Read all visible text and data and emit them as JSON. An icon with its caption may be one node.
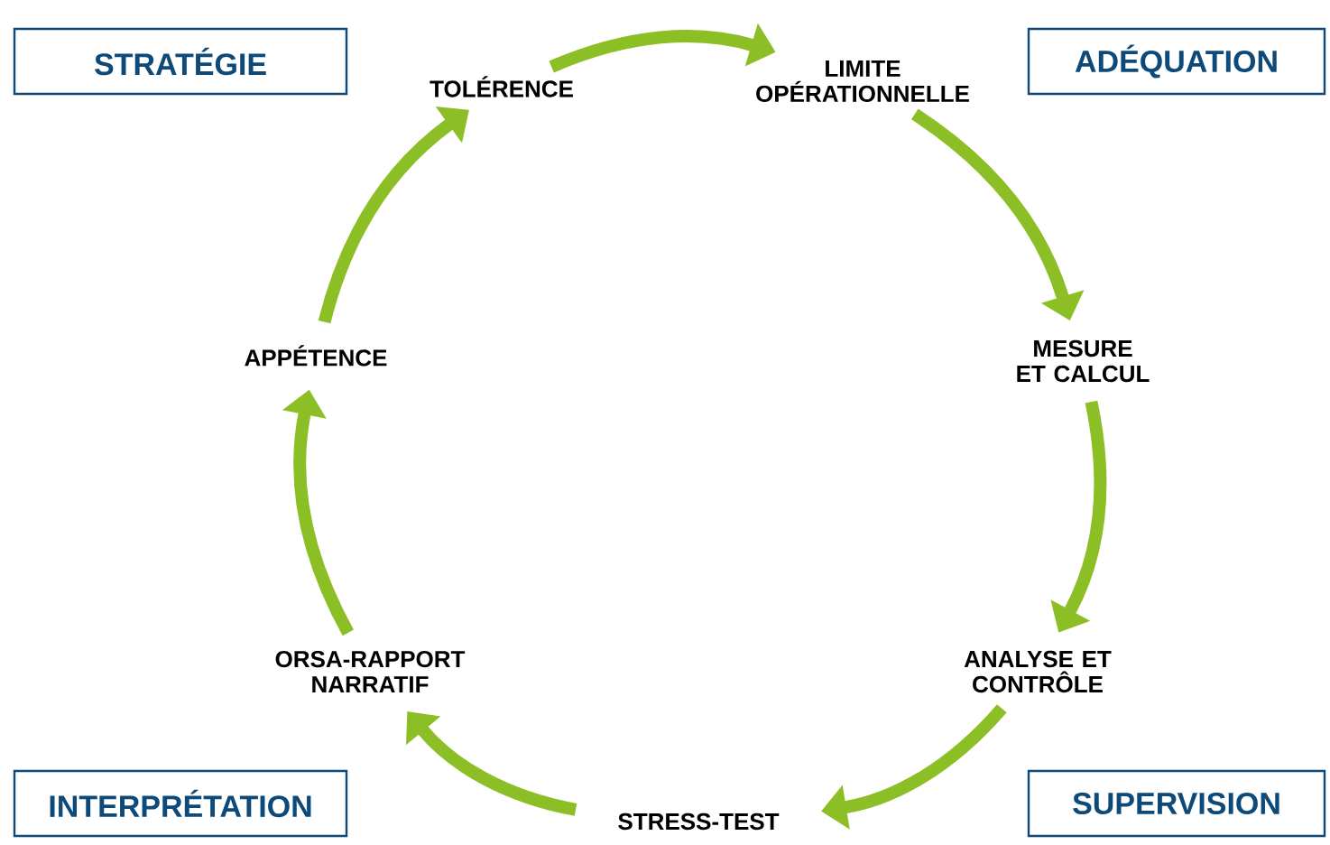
{
  "diagram": {
    "nodes": [
      {
        "text": [
          "TOLÉRENCE"
        ]
      },
      {
        "text": [
          "LIMITE OPÉRATIONNELLE"
        ]
      },
      {
        "text": [
          "MESURE ET CALCUL"
        ]
      },
      {
        "text": [
          "ANALYSE ET CONTRÔLE"
        ]
      },
      {
        "text": [
          "STRESS-TEST"
        ]
      },
      {
        "text": [
          "ORSA-RAPPORT NARRATIF"
        ]
      },
      {
        "text": [
          "APPÉTENCE"
        ]
      },
      {
        "text": [
          "STRATÉGIE"
        ]
      },
      {
        "text": [
          "ADÉQUATION"
        ]
      },
      {
        "text": [
          "INTERPRÉTATION"
        ]
      },
      {
        "text": [
          "SUPERVISION"
        ]
      }
    ],
    "edges": [
      {
        "from": 0,
        "to": 1,
        "arrow": "to"
      },
      {
        "from": 1,
        "to": 2,
        "arrow": "to"
      },
      {
        "from": 2,
        "to": 3,
        "arrow": "to"
      },
      {
        "from": 3,
        "to": 4,
        "arrow": "to"
      },
      {
        "from": 4,
        "to": 5,
        "arrow": "to"
      },
      {
        "from": 5,
        "to": 6,
        "arrow": "to"
      },
      {
        "from": 6,
        "to": 0,
        "arrow": "to"
      }
    ]
  }
}
